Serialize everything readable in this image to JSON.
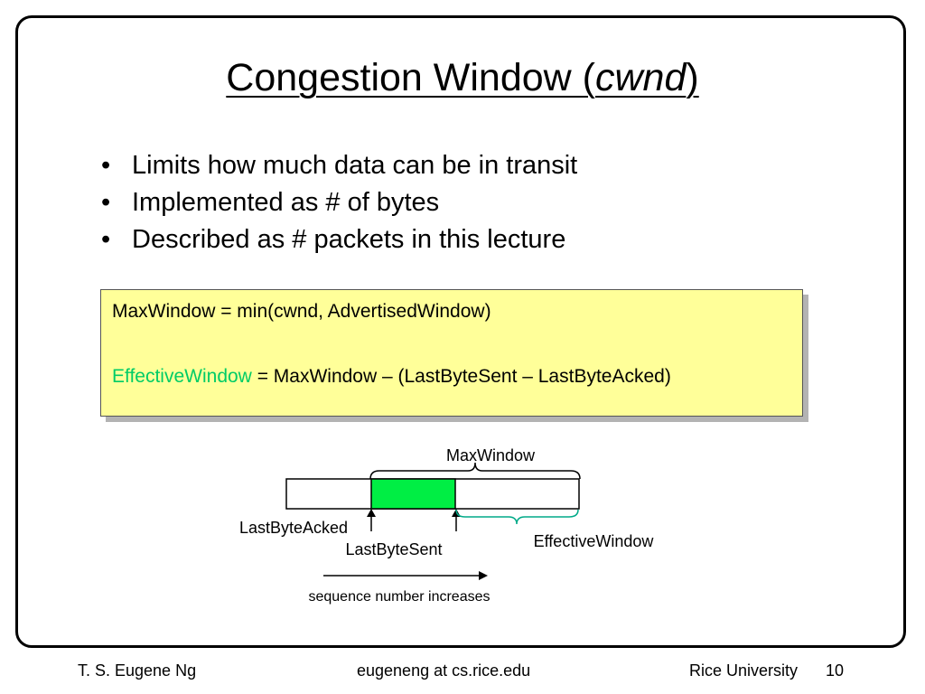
{
  "slide": {
    "title_prefix": "Congestion Window (",
    "title_italic": "cwnd",
    "title_suffix": ")",
    "bullets": [
      "Limits how much data can be in transit",
      "Implemented as # of bytes",
      "Described as # packets in this lecture"
    ],
    "formula": {
      "line1": "MaxWindow = min(cwnd, AdvertisedWindow)",
      "line2_highlight": "EffectiveWindow",
      "line2_rest": " = MaxWindow – (LastByteSent – LastByteAcked)",
      "highlight_color": "#00cc66"
    },
    "diagram": {
      "maxwindow_label": "MaxWindow",
      "lastbyteacked_label": "LastByteAcked",
      "lastbytesent_label": "LastByteSent",
      "effectivewindow_label": "EffectiveWindow",
      "sequence_label": "sequence number increases",
      "sent_segment_color": "#00ee44",
      "effective_brace_color": "#00aa88"
    }
  },
  "footer": {
    "author": "T. S. Eugene Ng",
    "email": "eugeneng at cs.rice.edu",
    "institution": "Rice University",
    "page": "10"
  }
}
